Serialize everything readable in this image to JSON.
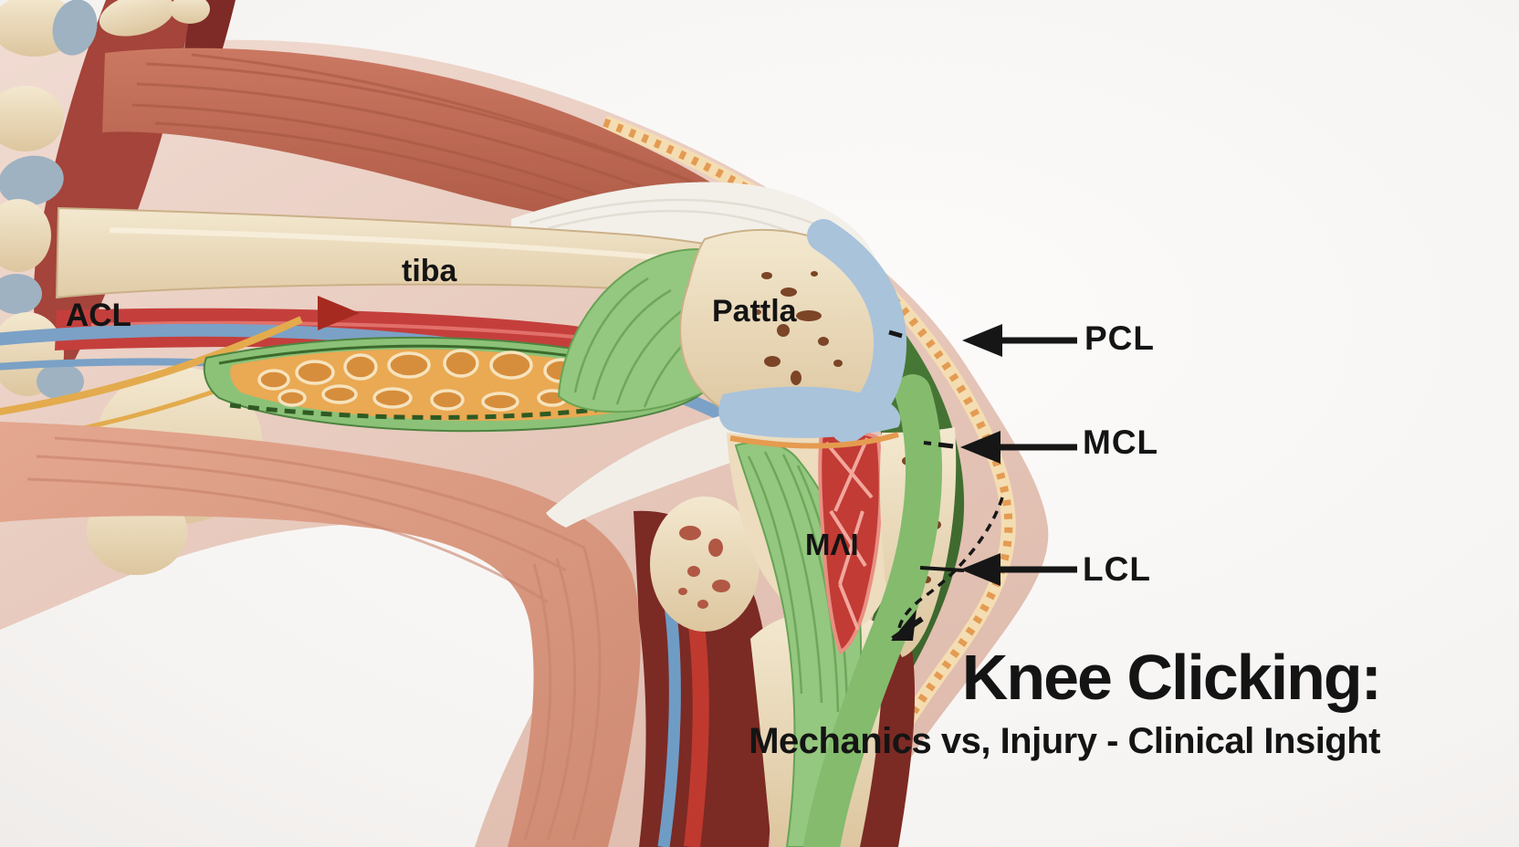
{
  "annotations": {
    "acl": {
      "label": "ACL"
    },
    "tibia": {
      "label": "tiba"
    },
    "patella": {
      "label": "Pattla"
    },
    "meniscus": {
      "label": "MΛI"
    },
    "pcl": {
      "label": "PCL"
    },
    "mcl": {
      "label": "MCL"
    },
    "lcl": {
      "label": "LCL"
    }
  },
  "title_block": {
    "heading": "Knee Clicking:",
    "subtitle": "Mechanics vs, Injury - Clinical Insight"
  },
  "palette": {
    "background": "#f7f5f3",
    "skin": "#e8cdc1",
    "fat_band": "#f4ddb2",
    "fat_dots": "#e49b52",
    "muscle": "#c06a54",
    "deep_muscle": "#a4443a",
    "dark_muscle": "#7c2a24",
    "bone": "#e9d9ba",
    "marrow_orange": "#eaa953",
    "cartilage_green_light": "#94c77f",
    "capsule_green_dark": "#3f6a2e",
    "cartilage_blue": "#a9c3da",
    "vessel_red": "#c43f3c",
    "vessel_blue": "#7ba1c6",
    "nerve_yellow": "#e3ab4d",
    "arrow_black": "#161616",
    "direction_arrow_red": "#a62a20",
    "label_text": "#141414"
  }
}
